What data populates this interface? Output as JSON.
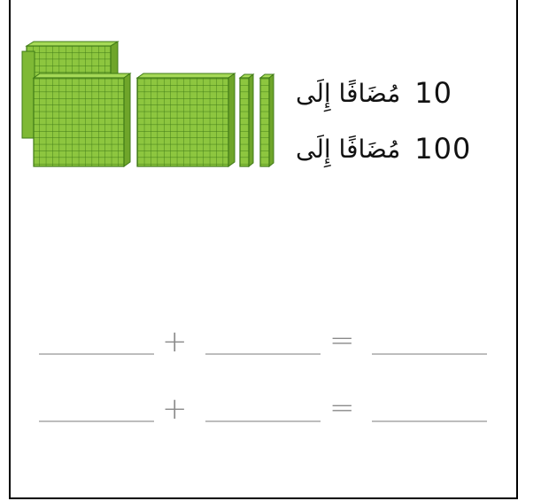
{
  "prompts": [
    {
      "number": "10",
      "phrase": "مُضَافًا إِلَى"
    },
    {
      "number": "100",
      "phrase": "مُضَافًا إِلَى"
    }
  ],
  "equations": [
    {
      "plus": "+",
      "equals": "="
    },
    {
      "plus": "+",
      "equals": "="
    }
  ],
  "colors": {
    "block_fill": "#8dc63f",
    "block_grid": "#3f7a16",
    "blank_line": "#bdbdbd",
    "operator": "#8a8a8a",
    "border": "#000000"
  },
  "icons": {
    "hundred_flat": "hundred-flat-block-icon",
    "ten_rod": "ten-rod-block-icon"
  }
}
